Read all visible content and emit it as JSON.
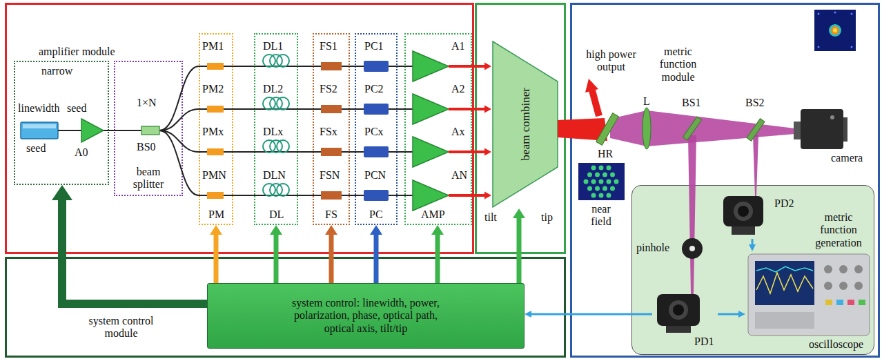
{
  "diagram": {
    "nodes": [
      {
        "text": [
          "amplifier module"
        ]
      },
      {
        "text": [
          "narrow",
          "linewidth",
          "seed",
          "seed",
          "A0"
        ],
        "in": 0
      },
      {
        "text": [
          "1×N",
          "BS0",
          "beam splitter"
        ],
        "in": 0
      },
      {
        "text": [
          "PM1",
          "PM2",
          "PMx",
          "PMN",
          "PM"
        ],
        "in": 0
      },
      {
        "text": [
          "DL1",
          "DL2",
          "DLx",
          "DLN",
          "DL"
        ],
        "in": 0
      },
      {
        "text": [
          "FS1",
          "FS2",
          "FSx",
          "FSN",
          "FS"
        ],
        "in": 0
      },
      {
        "text": [
          "PC1",
          "PC2",
          "PCx",
          "PCN",
          "PC"
        ],
        "in": 0
      },
      {
        "text": [
          "A1",
          "A2",
          "Ax",
          "AN",
          "AMP"
        ],
        "in": 0
      },
      {
        "text": [
          "tilt",
          "tip"
        ]
      },
      {
        "text": [
          "beam combiner"
        ],
        "in": 8
      },
      {
        "text": [
          "metric function module"
        ]
      },
      {
        "text": [
          "metric function generation"
        ],
        "in": 10
      },
      {
        "text": [
          "PD2"
        ],
        "in": 11
      },
      {
        "text": [
          "pinhole"
        ],
        "in": 11
      },
      {
        "text": [
          "PD1"
        ],
        "in": 11
      },
      {
        "text": [
          "oscilloscope"
        ],
        "in": 11
      },
      {
        "text": [
          "system control module"
        ]
      },
      {
        "text": [
          "system control: linewidth, power, polarization, phase, optical path, optical axis, tilt/tip"
        ],
        "in": 16
      }
    ],
    "edges": [
      {
        "from": 7,
        "to": 9,
        "arrow": "to"
      },
      {
        "from": 7,
        "to": 9,
        "arrow": "to"
      },
      {
        "from": 7,
        "to": 9,
        "arrow": "to"
      },
      {
        "from": 7,
        "to": 9,
        "arrow": "to"
      },
      {
        "from": 17,
        "to": 1,
        "arrow": "to"
      },
      {
        "from": 17,
        "to": 3,
        "arrow": "to"
      },
      {
        "from": 17,
        "to": 4,
        "arrow": "to"
      },
      {
        "from": 17,
        "to": 5,
        "arrow": "to"
      },
      {
        "from": 17,
        "to": 6,
        "arrow": "to"
      },
      {
        "from": 17,
        "to": 7,
        "arrow": "to"
      },
      {
        "from": 17,
        "to": 9,
        "arrow": "to"
      },
      {
        "from": 12,
        "to": 15,
        "arrow": "to"
      },
      {
        "from": 14,
        "to": 15,
        "arrow": "to"
      },
      {
        "from": 14,
        "to": 17,
        "arrow": "to"
      }
    ],
    "labels": [
      "high power output",
      "HR",
      "L",
      "BS1",
      "BS2",
      "camera",
      "near field"
    ]
  }
}
